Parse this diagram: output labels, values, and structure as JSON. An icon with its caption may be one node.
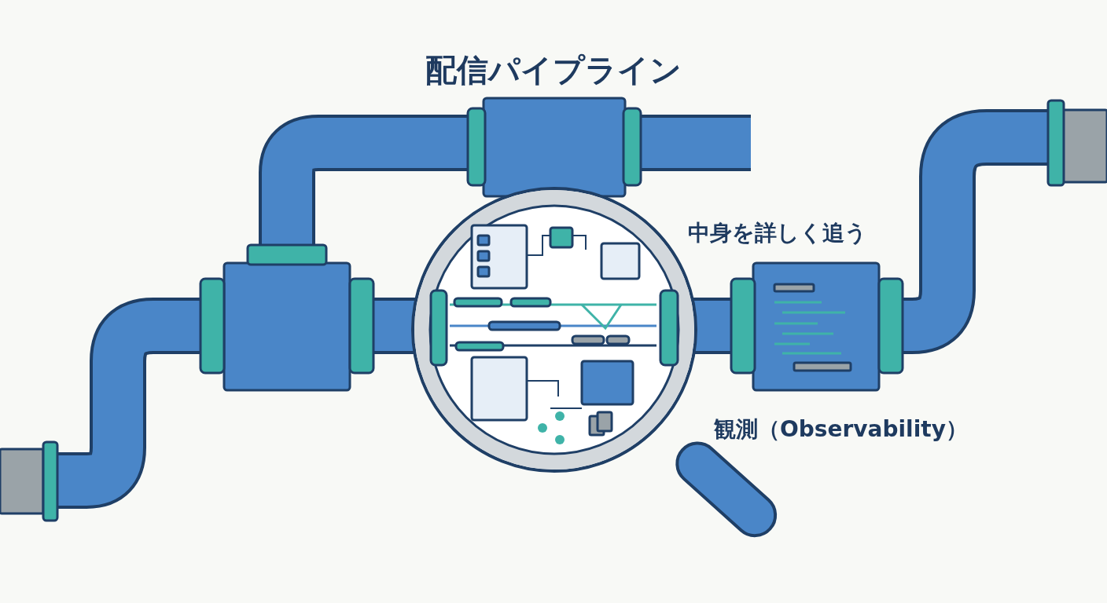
{
  "diagram": {
    "title": "配信パイプライン",
    "labels": [
      "中身を詳しく追う",
      "観測（Observability）"
    ]
  }
}
